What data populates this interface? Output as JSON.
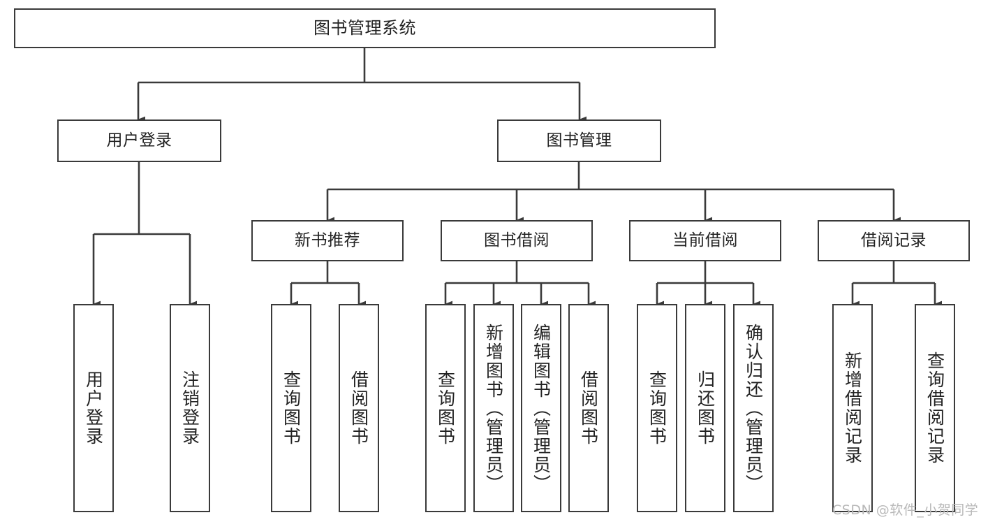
{
  "diagram": {
    "type": "tree-hierarchy-chart",
    "title": "图书管理系统",
    "colors": {
      "border": "#3a3a3a",
      "fill": "#ffffff",
      "text": "#222222",
      "connector": "#3a3a3a",
      "watermark": "#b8b8b8"
    },
    "levels": {
      "level1": [
        {
          "id": "root",
          "label": "图书管理系统"
        }
      ],
      "level2": [
        {
          "id": "user-login",
          "label": "用户登录"
        },
        {
          "id": "book-management",
          "label": "图书管理"
        }
      ],
      "level3": [
        {
          "id": "new-book-recommend",
          "label": "新书推荐"
        },
        {
          "id": "book-borrow",
          "label": "图书借阅"
        },
        {
          "id": "current-borrow",
          "label": "当前借阅"
        },
        {
          "id": "borrow-record",
          "label": "借阅记录"
        }
      ],
      "level4": [
        {
          "id": "leaf-user-login",
          "label": "用户登录",
          "parent": "user-login"
        },
        {
          "id": "leaf-logout-login",
          "label": "注销登录",
          "parent": "user-login"
        },
        {
          "id": "leaf-query-book-1",
          "label": "查询图书",
          "parent": "new-book-recommend"
        },
        {
          "id": "leaf-borrow-book-1",
          "label": "借阅图书",
          "parent": "new-book-recommend"
        },
        {
          "id": "leaf-query-book-2",
          "label": "查询图书",
          "parent": "book-borrow"
        },
        {
          "id": "leaf-add-book",
          "label": "新增图书（管理员）",
          "parent": "book-borrow"
        },
        {
          "id": "leaf-edit-book",
          "label": "编辑图书（管理员）",
          "parent": "book-borrow"
        },
        {
          "id": "leaf-borrow-book-2",
          "label": "借阅图书",
          "parent": "book-borrow"
        },
        {
          "id": "leaf-query-book-3",
          "label": "查询图书",
          "parent": "current-borrow"
        },
        {
          "id": "leaf-return-book",
          "label": "归还图书",
          "parent": "current-borrow"
        },
        {
          "id": "leaf-confirm-return",
          "label": "确认归还（管理员）",
          "parent": "current-borrow"
        },
        {
          "id": "leaf-add-record",
          "label": "新增借阅记录",
          "parent": "borrow-record"
        },
        {
          "id": "leaf-query-record",
          "label": "查询借阅记录",
          "parent": "borrow-record"
        }
      ]
    }
  },
  "watermark": {
    "text": "CSDN @软件_小贺同学"
  }
}
